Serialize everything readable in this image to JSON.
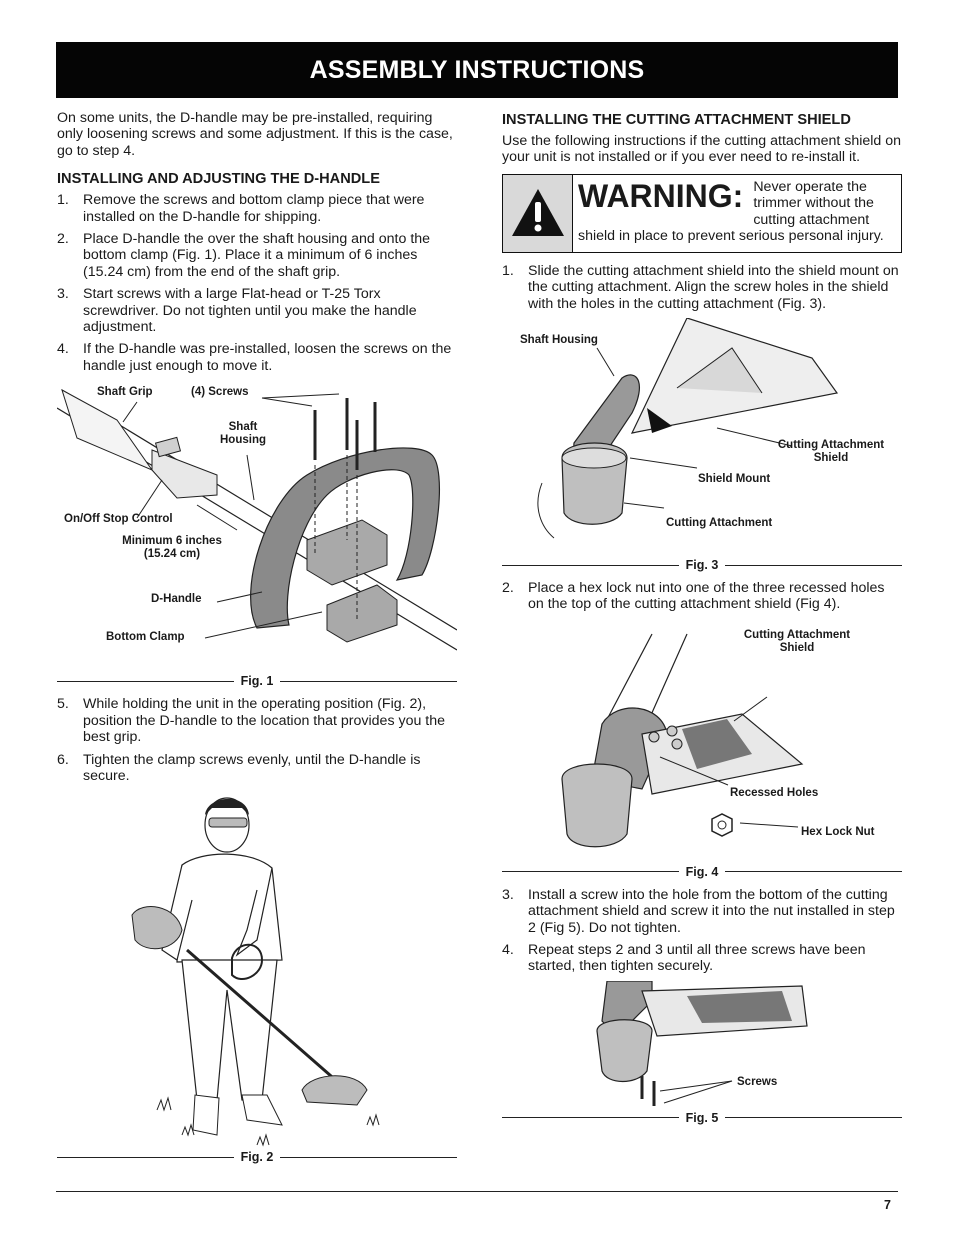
{
  "header": {
    "title": "ASSEMBLY INSTRUCTIONS"
  },
  "left": {
    "intro": "On some units, the D-handle may be pre-installed, requiring only loosening screws and some adjustment. If this is the case, go to step 4.",
    "section_title": "INSTALLING AND ADJUSTING THE D-HANDLE",
    "steps_a": [
      {
        "num": "1.",
        "text": "Remove the screws and bottom clamp piece that were installed on the D-handle for shipping."
      },
      {
        "num": "2.",
        "text": "Place D-handle the over the shaft housing and onto the bottom clamp (Fig. 1). Place it a minimum of 6 inches (15.24 cm) from the end of the shaft grip."
      },
      {
        "num": "3.",
        "text": "Start screws with a large Flat-head or T-25 Torx screwdriver. Do not tighten until you make the handle adjustment."
      },
      {
        "num": "4.",
        "text": "If the D-handle was pre-installed, loosen the screws on the handle just enough to move it."
      }
    ],
    "fig1": {
      "caption": "Fig. 1",
      "labels": {
        "shaft_grip": "Shaft Grip",
        "screws": "(4) Screws",
        "shaft_housing": "Shaft Housing",
        "on_off": "On/Off Stop Control",
        "minimum": "Minimum 6 inches (15.24 cm)",
        "d_handle": "D-Handle",
        "bottom_clamp": "Bottom Clamp"
      }
    },
    "steps_b": [
      {
        "num": "5.",
        "text": "While holding the unit in the operating position (Fig. 2), position the D-handle to the location that provides you the best grip."
      },
      {
        "num": "6.",
        "text": "Tighten the clamp screws evenly, until the D-handle is secure."
      }
    ],
    "fig2": {
      "caption": "Fig. 2"
    }
  },
  "right": {
    "section_title": "INSTALLING THE CUTTING ATTACHMENT SHIELD",
    "intro": "Use the following instructions if the cutting attachment shield on your unit is not installed or if you ever need to re-install it.",
    "warning": {
      "title": "WARNING:",
      "text": "Never operate the trimmer without the cutting attachment shield in place to prevent serious personal injury."
    },
    "step1": {
      "num": "1.",
      "text": "Slide the cutting attachment shield into the shield mount on the cutting attachment. Align the screw holes in the shield with the holes in the cutting attachment (Fig. 3)."
    },
    "fig3": {
      "caption": "Fig. 3",
      "labels": {
        "shaft_housing": "Shaft Housing",
        "cutting_shield": "Cutting Attachment Shield",
        "shield_mount": "Shield Mount",
        "cutting_attachment": "Cutting Attachment"
      }
    },
    "step2": {
      "num": "2.",
      "text": "Place a hex lock nut into one of the three  recessed holes on the top of the cutting attachment shield (Fig 4)."
    },
    "fig4": {
      "caption": "Fig. 4",
      "labels": {
        "cutting_shield": "Cutting Attachment Shield",
        "recessed_holes": "Recessed Holes",
        "hex_nut": "Hex Lock Nut"
      }
    },
    "steps_c": [
      {
        "num": "3.",
        "text": "Install a screw into the hole from the bottom of the cutting attachment shield and screw it into the nut installed in step 2 (Fig 5). Do not tighten."
      },
      {
        "num": "4.",
        "text": "Repeat steps 2 and 3 until all three screws have been started, then tighten securely."
      }
    ],
    "fig5": {
      "caption": "Fig. 5",
      "labels": {
        "screws": "Screws"
      }
    }
  },
  "footer": {
    "page_number": "7"
  }
}
